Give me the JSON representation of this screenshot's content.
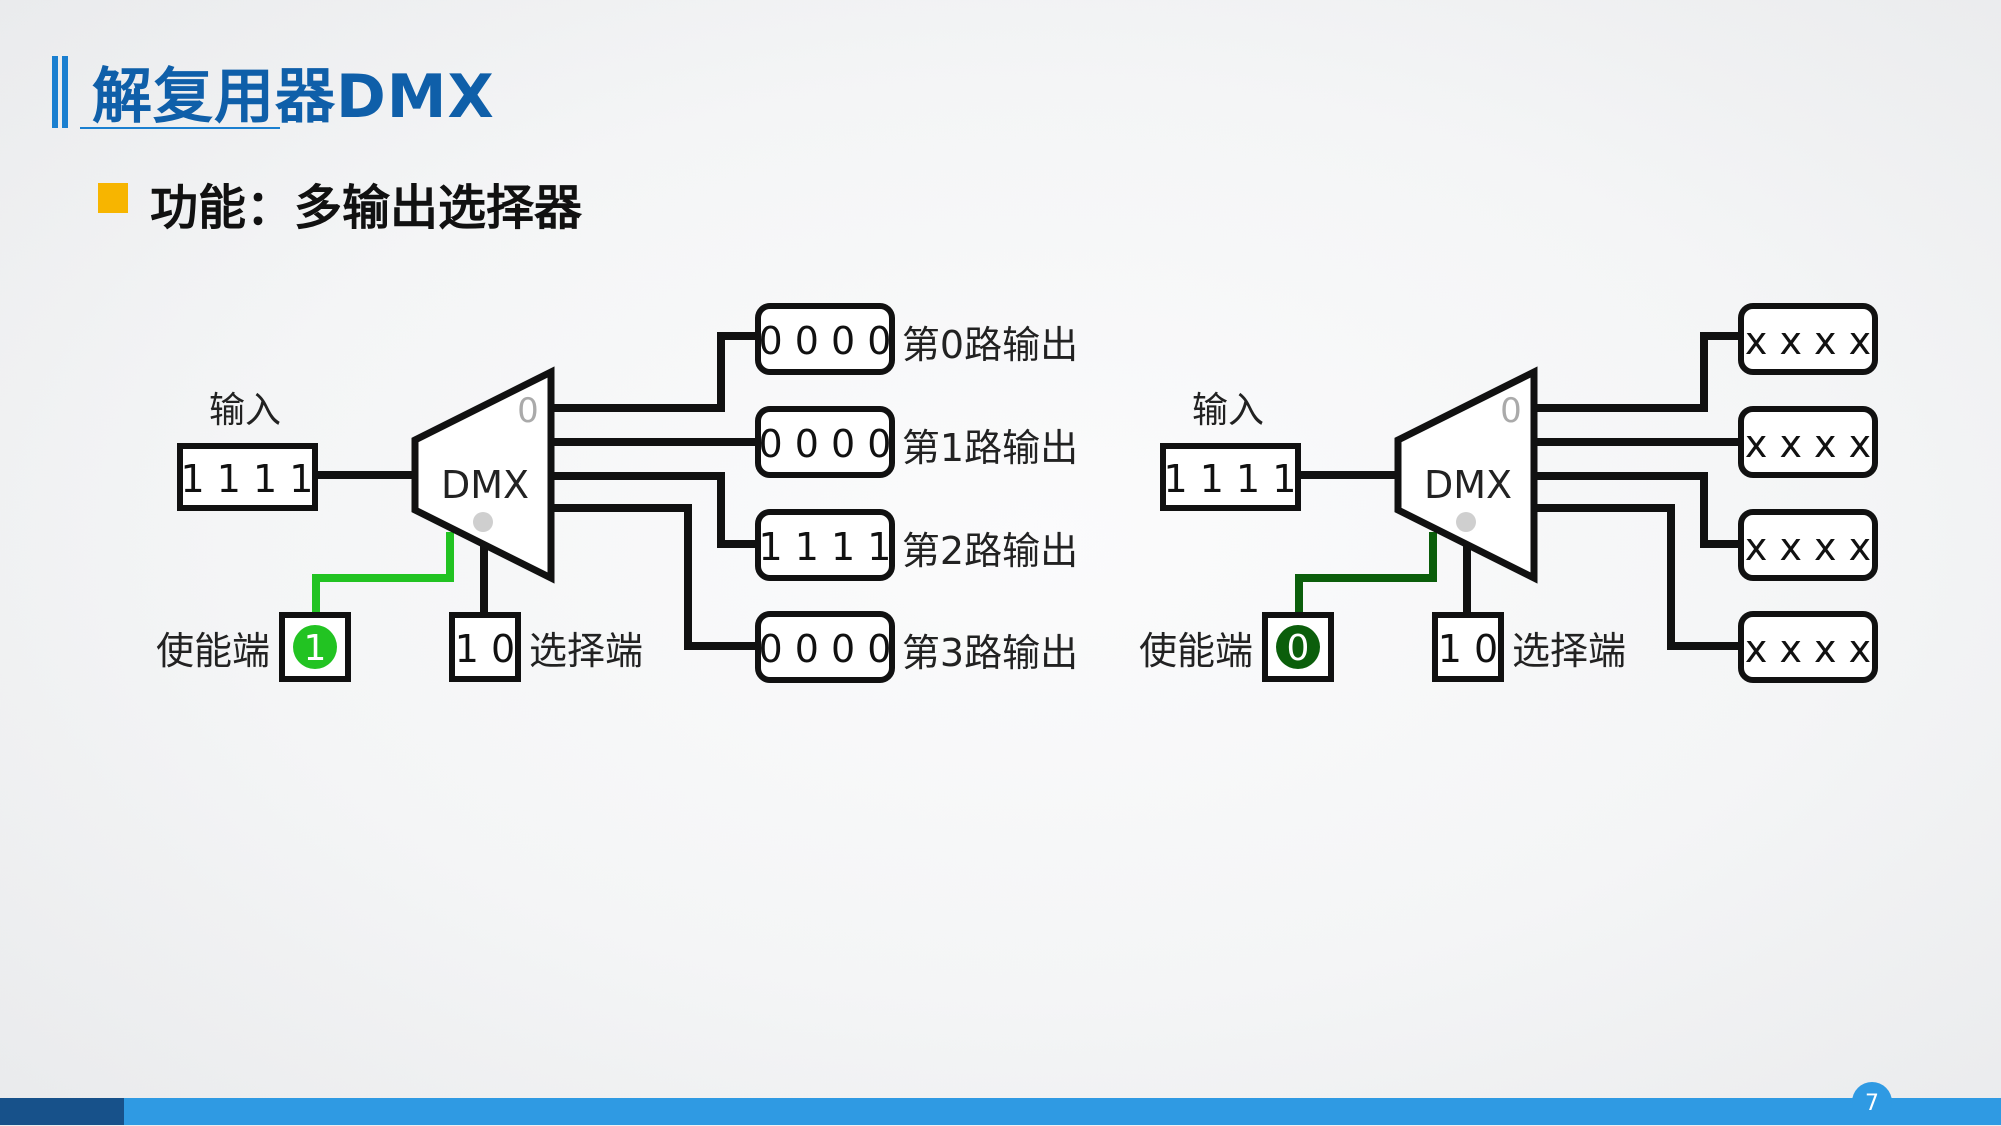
{
  "slide": {
    "title": "解复用器DMX",
    "bullet": "功能：多输出选择器",
    "page_number": "7"
  },
  "colors": {
    "title_blue": "#0f5fa9",
    "bullet_yellow": "#f7b500",
    "wire": "#111111",
    "enable_active_green": "#22c322",
    "enable_inactive_green": "#0b5e0b",
    "footer_dark": "#17518a",
    "footer_light": "#2f9ae3"
  },
  "circuits": [
    {
      "input_label": "输入",
      "input_value": "1 1 1 1",
      "block_label": "DMX",
      "zero_marker": "0",
      "enable_label": "使能端",
      "enable_value": "1",
      "enable_active": true,
      "select_value": "1 0",
      "select_label": "选择端",
      "outputs": [
        {
          "value": "0 0 0 0",
          "label": "第0路输出"
        },
        {
          "value": "0 0 0 0",
          "label": "第1路输出"
        },
        {
          "value": "1 1 1 1",
          "label": "第2路输出"
        },
        {
          "value": "0 0 0 0",
          "label": "第3路输出"
        }
      ]
    },
    {
      "input_label": "输入",
      "input_value": "1 1 1 1",
      "block_label": "DMX",
      "zero_marker": "0",
      "enable_label": "使能端",
      "enable_value": "0",
      "enable_active": false,
      "select_value": "1 0",
      "select_label": "选择端",
      "outputs": [
        {
          "value": "x x x x",
          "label": ""
        },
        {
          "value": "x x x x",
          "label": ""
        },
        {
          "value": "x x x x",
          "label": ""
        },
        {
          "value": "x x x x",
          "label": ""
        }
      ]
    }
  ]
}
